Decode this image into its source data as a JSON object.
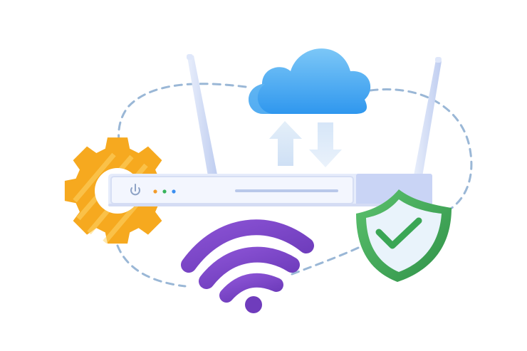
{
  "illustration": {
    "elements": [
      "dashed-network-loop",
      "cloud-icon",
      "upload-arrow-icon",
      "download-arrow-icon",
      "router",
      "antenna",
      "power-icon",
      "status-leds",
      "gear-icon",
      "wifi-icon",
      "shield-check-icon"
    ],
    "colors": {
      "cloud": "#3aa6f0",
      "cloud_light": "#7cc7f7",
      "arrows": "#d3e6fa",
      "router_body": "#e9eefc",
      "router_face": "#f3f6fe",
      "router_side": "#c9d4f5",
      "antenna": "#cfdcf6",
      "gear": "#f6a91f",
      "gear_light": "#ffd66b",
      "wifi": "#7b45c7",
      "shield": "#3aa655",
      "shield_inner": "#e9f3fb",
      "check": "#3aa655",
      "dashes": "#9ab7d6",
      "led_orange": "#f29b2a",
      "led_green": "#37b45c",
      "led_blue": "#3a8ef0"
    }
  }
}
